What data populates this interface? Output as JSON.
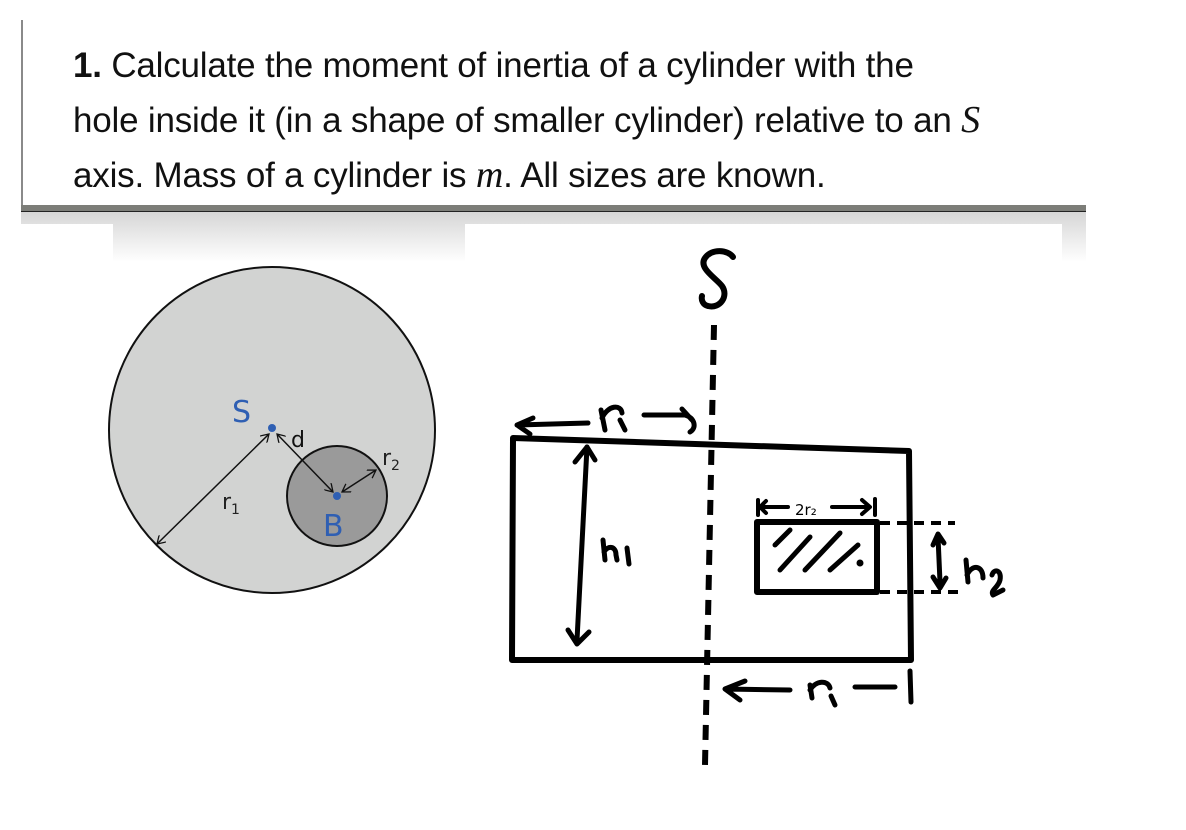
{
  "question": {
    "number": "1.",
    "line1": " Calculate the moment of inertia of a cylinder with the",
    "line2_pre": "hole inside it (in a shape of smaller cylinder) relative to an ",
    "line2_axis": "S",
    "line3_pre": "axis. Mass of a cylinder is ",
    "line3_mass": "m",
    "line3_post": ". All sizes are known."
  },
  "top_view": {
    "label_S": "S",
    "label_B": "B",
    "label_d": "d",
    "label_r1": "r",
    "label_r1_sub": "1",
    "label_r2": "r",
    "label_r2_sub": "2",
    "colors": {
      "outer_fill": "#d2d3d2",
      "inner_fill": "#9a9a9a",
      "point": "#2f5fb3",
      "stroke": "#111111"
    }
  },
  "side_view": {
    "axis_label": "S",
    "top_dim_label": "r₁",
    "bottom_dim_label": "r₁",
    "height_label": "h₁",
    "hole_width_label": "2r₂",
    "hole_height_label": "h₂"
  }
}
